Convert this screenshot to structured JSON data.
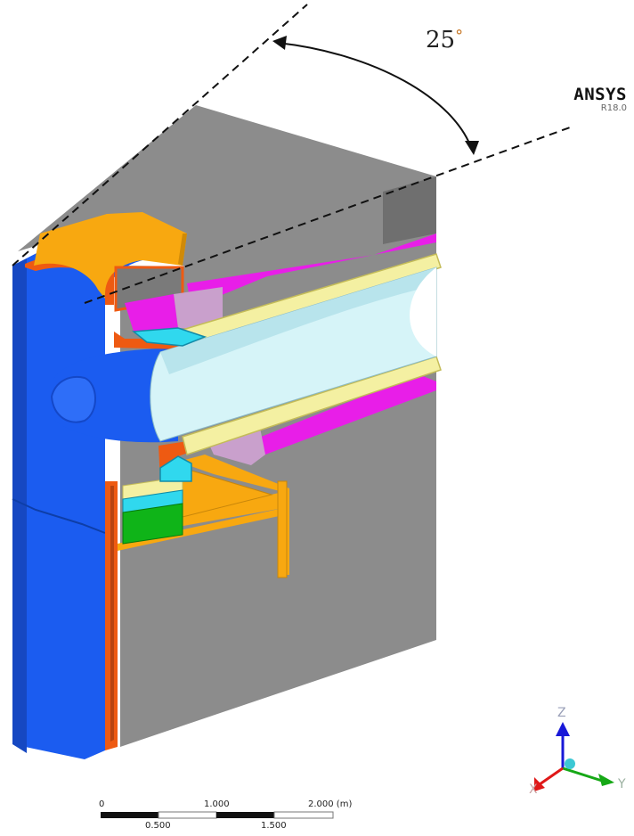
{
  "annotation": {
    "angle_value": "25",
    "angle_unit": "°"
  },
  "brand": {
    "name": "ANSYS",
    "version": "R18.0"
  },
  "scale_bar": {
    "top_labels": [
      "0",
      "1.000",
      "2.000 (m)"
    ],
    "bottom_labels": [
      "0.500",
      "1.500"
    ]
  },
  "triad": {
    "z_label": "Z",
    "y_label": "Y",
    "x_label": "X"
  },
  "colors": {
    "blue": "#1b5cf0",
    "orange_red": "#ee5a12",
    "amber": "#f8a810",
    "gray": "#8c8c8c",
    "magenta": "#e81ee8",
    "pale_yellow": "#f4f0a2",
    "light_cyan": "#d6f4f8",
    "green": "#0fb418",
    "cyan": "#30d8ee",
    "lavender": "#c9a0cc"
  }
}
